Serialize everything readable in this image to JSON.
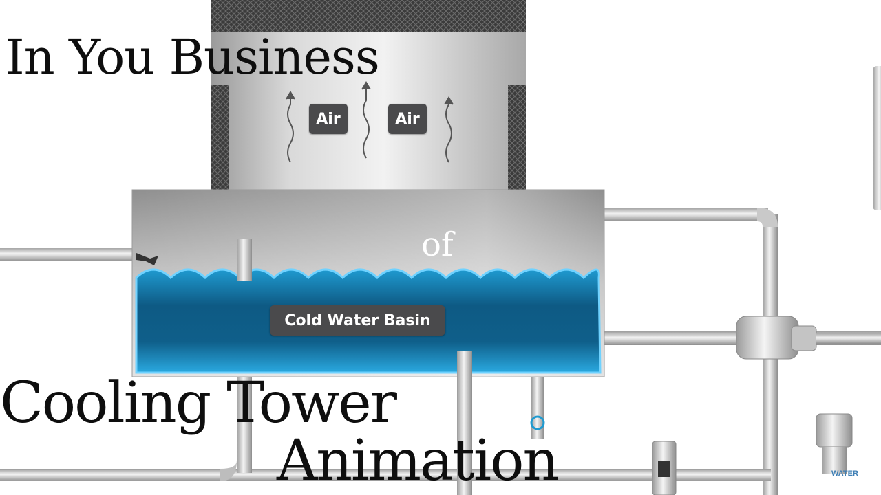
{
  "labels": {
    "air_left": "Air",
    "air_right": "Air",
    "basin": "Cold Water Basin"
  },
  "overlay": {
    "line1": "In You Business",
    "line2": "of",
    "line3": "Cooling Tower",
    "line4": "Animation"
  },
  "watermark": "WATER",
  "colors": {
    "water": "#1a8cc4",
    "water_deep": "#0d4a6e",
    "tank_metal": "#b8b8b8",
    "fill_media": "#3a3a3a",
    "label_bg": "#4a4a4c"
  }
}
